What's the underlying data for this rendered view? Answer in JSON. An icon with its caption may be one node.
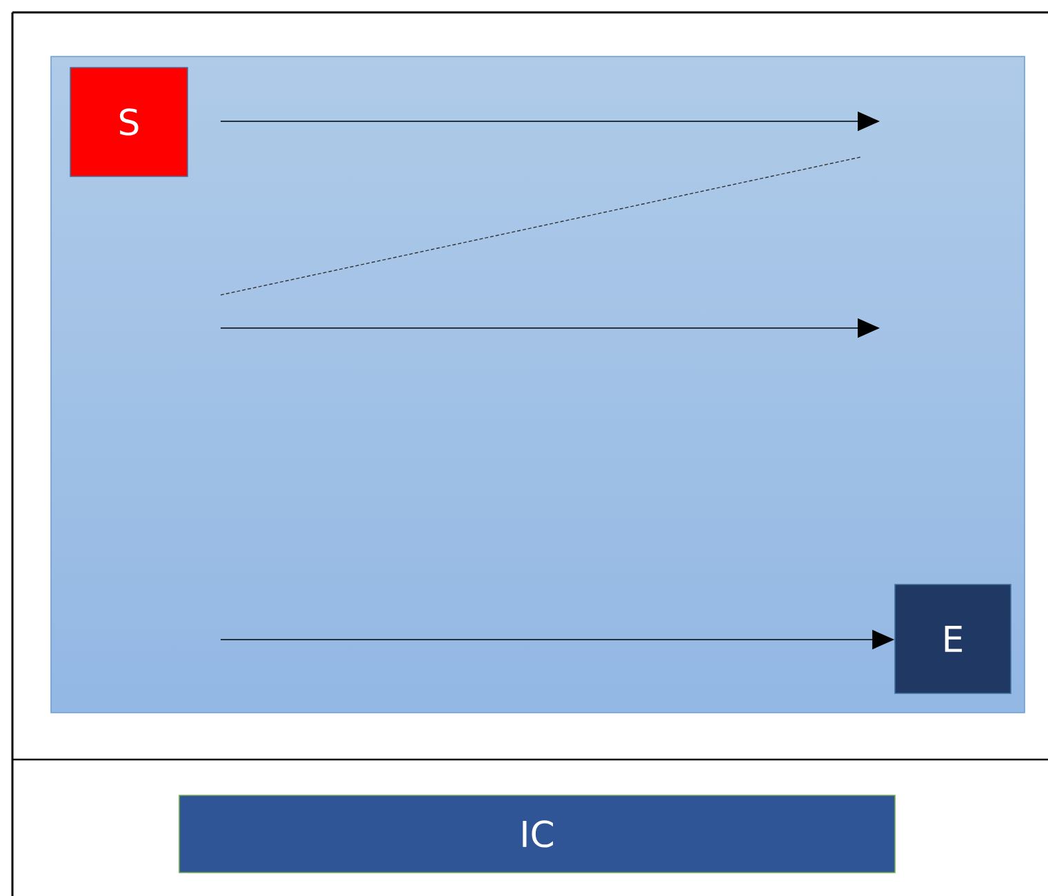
{
  "diagram": {
    "nodes": [
      {
        "text": [],
        "shape": "box"
      },
      {
        "text": [
          "S"
        ],
        "in": 0
      },
      {
        "text": [
          "E"
        ],
        "in": 0
      },
      {
        "text": [
          "IC"
        ]
      }
    ],
    "edges": [
      {
        "from": null,
        "to": 2,
        "arrow": "to"
      }
    ]
  }
}
